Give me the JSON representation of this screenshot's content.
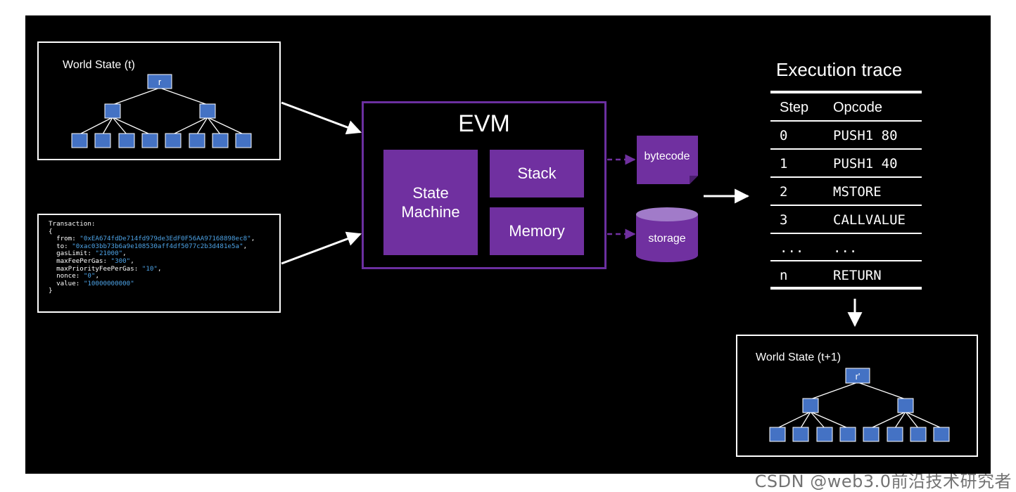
{
  "world_state_before": {
    "label": "World State (t)",
    "root_label": "r"
  },
  "world_state_after": {
    "label": "World State (t+1)",
    "root_label": "r'"
  },
  "transaction": {
    "header": "Transaction:",
    "open_brace": "{",
    "close_brace": "}",
    "fields": [
      {
        "key": "from",
        "value": "\"0xEA674fdDe714fd979de3EdF0F56AA97168898ec8\"",
        "trail": ","
      },
      {
        "key": "to",
        "value": "\"0xac03bb73b6a9e108530aff4df5077c2b3d481e5a\"",
        "trail": ","
      },
      {
        "key": "gasLimit",
        "value": "\"21000\"",
        "trail": ","
      },
      {
        "key": "maxFeePerGas",
        "value": "\"300\"",
        "trail": ","
      },
      {
        "key": "maxPriorityFeePerGas",
        "value": "\"10\"",
        "trail": ","
      },
      {
        "key": "nonce",
        "value": "\"0\"",
        "trail": ","
      },
      {
        "key": "value",
        "value": "\"10000000000\"",
        "trail": ""
      }
    ]
  },
  "evm": {
    "title": "EVM",
    "state_machine_line1": "State",
    "state_machine_line2": "Machine",
    "stack": "Stack",
    "memory": "Memory"
  },
  "bytecode_label": "bytecode",
  "storage_label": "storage",
  "execution_trace": {
    "title": "Execution trace",
    "header_step": "Step",
    "header_opcode": "Opcode",
    "rows": [
      {
        "step": "0",
        "opcode": "PUSH1 80"
      },
      {
        "step": "1",
        "opcode": "PUSH1 40"
      },
      {
        "step": "2",
        "opcode": "MSTORE"
      },
      {
        "step": "3",
        "opcode": "CALLVALUE"
      },
      {
        "step": "...",
        "opcode": "..."
      },
      {
        "step": "n",
        "opcode": "RETURN"
      }
    ]
  },
  "watermark": "CSDN @web3.0前沿技术研究者",
  "colors": {
    "node_blue": "#4472c4",
    "evm_purple": "#7030a0",
    "evm_border": "#6b2fa0",
    "code_string": "#4da3e6"
  }
}
